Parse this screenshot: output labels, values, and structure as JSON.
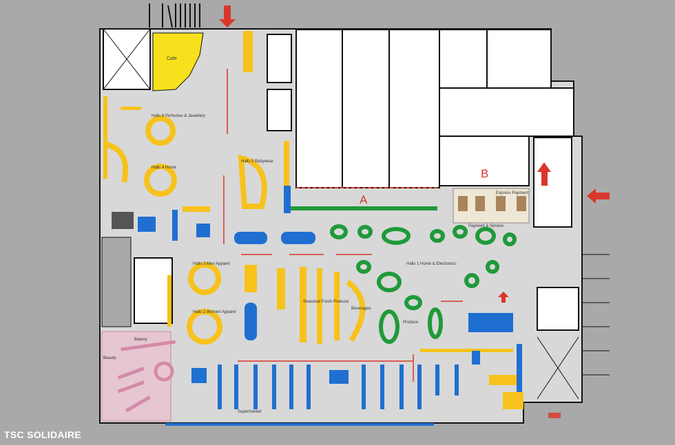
{
  "map": {
    "zone_labels": {
      "a": "A",
      "b": "B"
    },
    "area_labels": {
      "cafe": "Cafe",
      "express_payment": "Express Payment",
      "payment_service": "Payment & Service",
      "hall_apparel": "Halls 6 Perfumes & Jewellery",
      "hall_home": "Halls 4 Home",
      "hall_kids": "Halls 5 Babywear",
      "hall_men": "Halls 3 Men Apparel",
      "hall_women": "Halls 2 Women Apparel",
      "fresh": "Seasonal Fresh Produce",
      "produce": "Produce",
      "beverages": "Beverages",
      "supermarket": "Supermarket",
      "bakery": "Bakery",
      "beauty": "Beauty",
      "electronics": "Halls 1 Home & Electronics"
    },
    "colors": {
      "background": "#a9a9a9",
      "floor": "#d8d8d8",
      "wall": "#111111",
      "storage": "#ffffff",
      "yellow": "#f7c21b",
      "blue": "#1f6fd1",
      "green": "#1f9a3a",
      "pink": "#e2a6bf",
      "red": "#d9362b"
    }
  },
  "watermark": "TSC SOLIDAIRE"
}
